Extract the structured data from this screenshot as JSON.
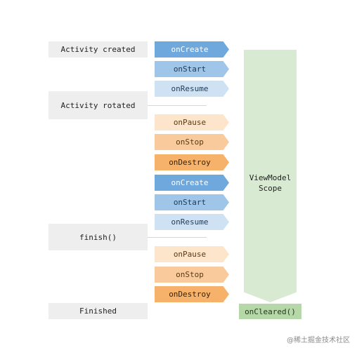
{
  "states": {
    "created": "Activity created",
    "rotated": "Activity rotated",
    "finish": "finish()",
    "finished": "Finished"
  },
  "callbacks": [
    "onCreate",
    "onStart",
    "onResume",
    "onPause",
    "onStop",
    "onDestroy",
    "onCreate",
    "onStart",
    "onResume",
    "onPause",
    "onStop",
    "onDestroy"
  ],
  "scope": {
    "line1": "ViewModel",
    "line2": "Scope",
    "cleared": "onCleared()"
  },
  "watermark": "@稀土掘金技术社区",
  "colors": {
    "create": "#6fa8dc",
    "start": "#9fc5e8",
    "resume": "#cfe2f3",
    "pause": "#fde5cc",
    "stop": "#f9cb9c",
    "destroy": "#f6b26b",
    "scope": "#d9ead3",
    "cleared": "#b6d7a8"
  }
}
